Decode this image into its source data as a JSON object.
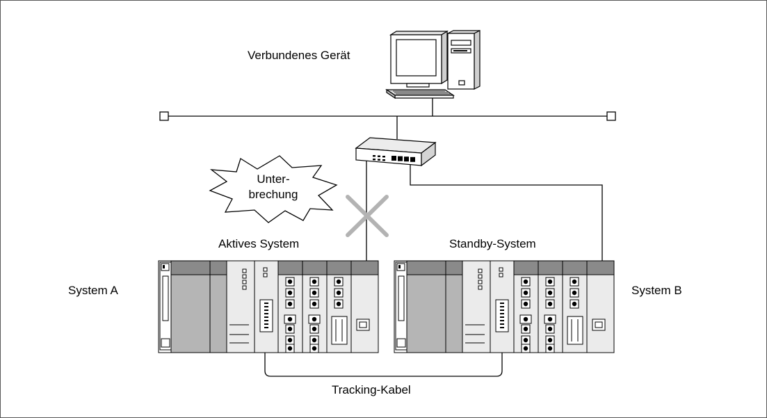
{
  "labels": {
    "connected_device": "Verbundenes Gerät",
    "interruption_line1": "Unter-",
    "interruption_line2": "brechung",
    "active_system": "Aktives System",
    "standby_system": "Standby-System",
    "system_a": "System A",
    "system_b": "System B",
    "tracking_cable": "Tracking-Kabel"
  },
  "colors": {
    "line": "#000000",
    "frame": "#555555",
    "module_fill": "#ebebeb",
    "power_module_fill": "#b5b5b5",
    "module_header": "#8a8a8a",
    "cross_mark": "#b3b3b3"
  },
  "icons": {
    "computer": "computer-icon",
    "switch": "network-switch-icon",
    "interruption": "break-burst-icon",
    "disconnected": "disconnected-x-icon"
  }
}
